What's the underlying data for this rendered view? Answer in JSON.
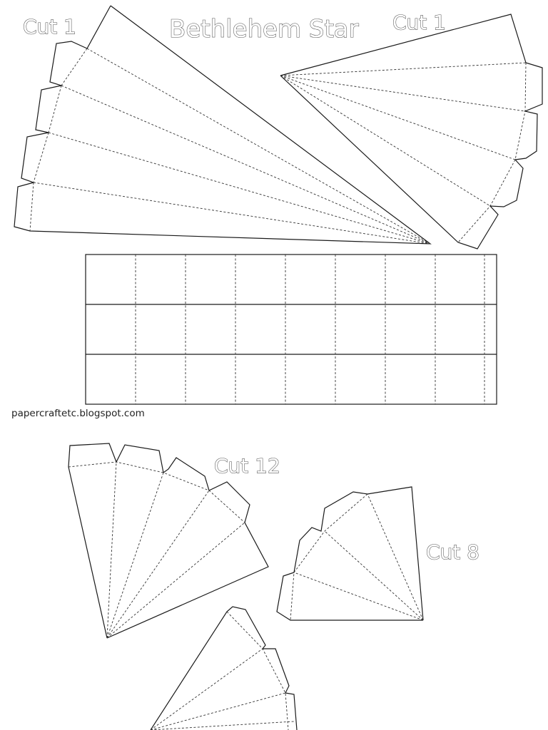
{
  "sheet": {
    "title": "Bethlehem Star",
    "credit": "papercraftetc.blogspot.com",
    "labels": {
      "cut_large_left": "Cut 1",
      "cut_large_right": "Cut 1",
      "cut_medium": "Cut 12",
      "cut_small": "Cut 8"
    }
  },
  "colors": {
    "cut_line": "#1a1a1a",
    "fold_line": "#333333",
    "label_outline": "#555555",
    "paper": "#ffffff"
  }
}
